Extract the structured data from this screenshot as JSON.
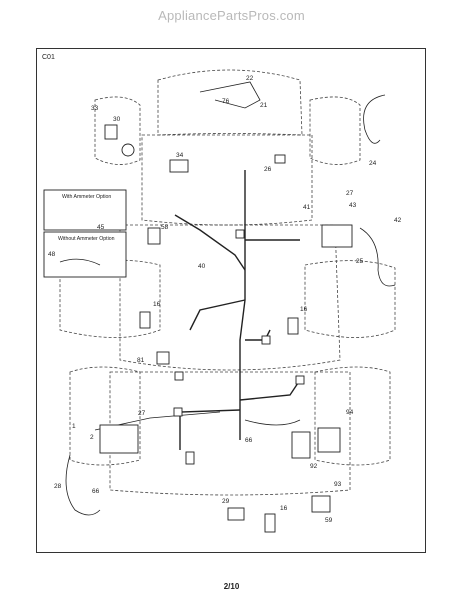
{
  "site": "AppliancePartsPros.com",
  "diagram_code": "C01",
  "page_number": "2/10",
  "options": {
    "ammeter": "With Ammeter Option",
    "no_ammeter": "Without Ammeter Option"
  },
  "callouts": {
    "c22": "22",
    "c76": "76",
    "c21": "21",
    "c33": "33",
    "c30": "30",
    "c34": "34",
    "c26": "26",
    "c24": "24",
    "c27a": "27",
    "c41": "41",
    "c43": "43",
    "c42": "42",
    "c45": "45",
    "c48": "48",
    "c58": "58",
    "c25": "25",
    "c40": "40",
    "c16a": "16",
    "c16b": "16",
    "c81": "81",
    "c27b": "27",
    "c1": "1",
    "c2": "2",
    "c94": "94",
    "c66": "66",
    "c92": "92",
    "c28": "28",
    "c93": "93",
    "c29": "29",
    "c16c": "16",
    "c59": "59",
    "c66b": "66"
  }
}
